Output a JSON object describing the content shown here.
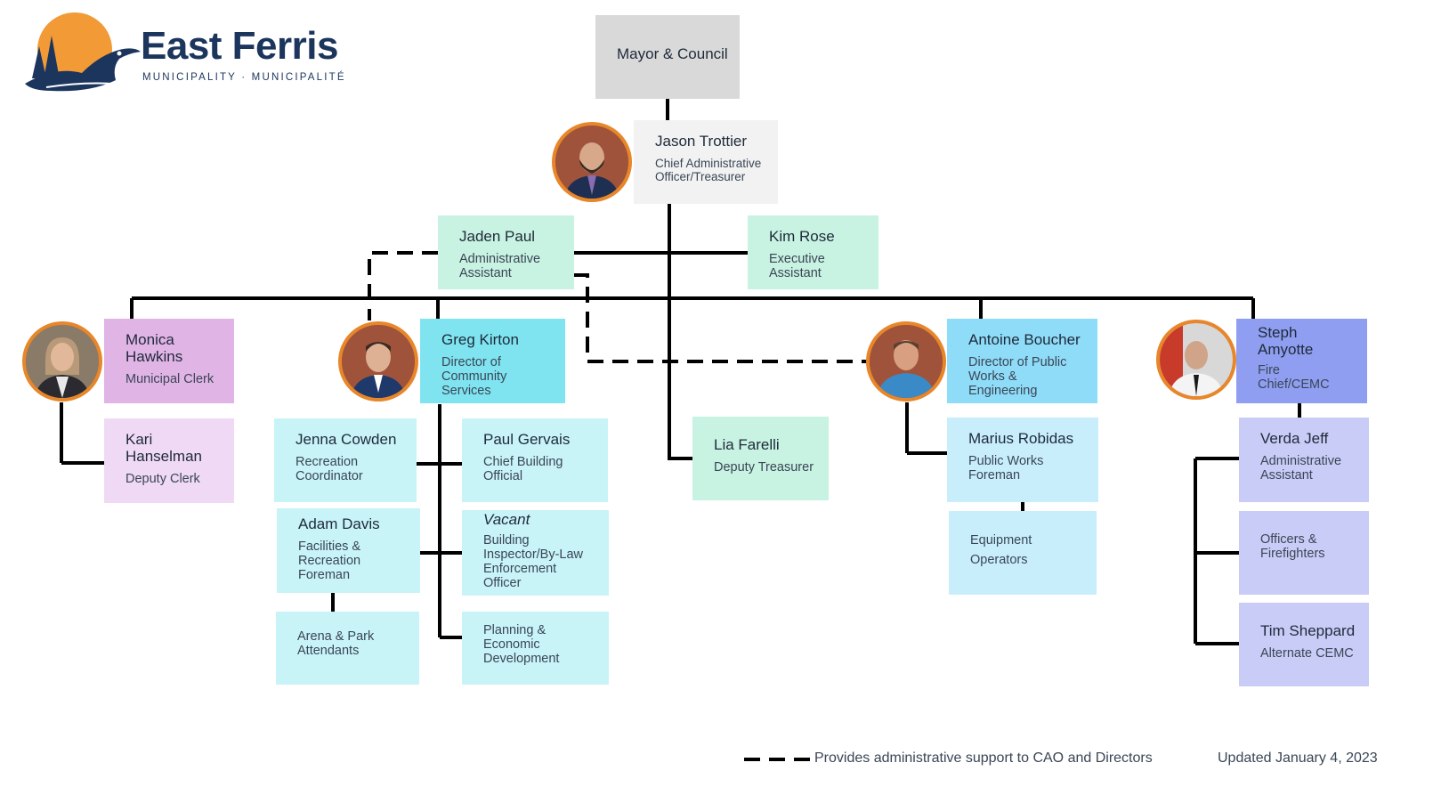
{
  "logo": {
    "name": "East Ferris",
    "subtitle": "MUNICIPALITY · MUNICIPALITÉ"
  },
  "colors": {
    "grey": "#d9d9d9",
    "light_grey": "#f2f2f2",
    "green": "#c8f2e1",
    "purple": "#e1b4e6",
    "light_purple": "#f0d9f4",
    "cyan": "#7fe4f0",
    "light_cyan": "#c8f4f8",
    "blue": "#8fdcf8",
    "light_blue": "#c8eefc",
    "violet": "#8f9ef0",
    "light_violet": "#c8ccf6",
    "photo_border": "#e8862a"
  },
  "nodes": {
    "mayor": {
      "name": "Mayor & Council"
    },
    "cao": {
      "name": "Jason Trottier",
      "title": "Chief Administrative Officer/Treasurer"
    },
    "jaden": {
      "name": "Jaden Paul",
      "title": "Administrative Assistant"
    },
    "kim": {
      "name": "Kim Rose",
      "title": "Executive Assistant"
    },
    "monica": {
      "name": "Monica Hawkins",
      "title": "Municipal Clerk"
    },
    "kari": {
      "name": "Kari Hanselman",
      "title": "Deputy Clerk"
    },
    "greg": {
      "name": "Greg Kirton",
      "title": "Director of Community Services"
    },
    "jenna": {
      "name": "Jenna Cowden",
      "title": "Recreation Coordinator"
    },
    "adam": {
      "name": "Adam Davis",
      "title": "Facilities & Recreation Foreman"
    },
    "arena": {
      "title": "Arena & Park Attendants"
    },
    "paul": {
      "name": "Paul Gervais",
      "title": "Chief Building Official"
    },
    "vacant": {
      "name": "Vacant",
      "title": "Building Inspector/By-Law Enforcement Officer"
    },
    "planning": {
      "title": "Planning & Economic Development"
    },
    "lia": {
      "name": "Lia Farelli",
      "title": "Deputy Treasurer"
    },
    "antoine": {
      "name": "Antoine Boucher",
      "title": "Director of Public Works & Engineering"
    },
    "marius": {
      "name": "Marius Robidas",
      "title": "Public Works Foreman"
    },
    "equip": {
      "title": "Equipment Operators"
    },
    "steph": {
      "name": "Steph Amyotte",
      "title": "Fire Chief/CEMC"
    },
    "verda": {
      "name": "Verda Jeff",
      "title": "Administrative Assistant"
    },
    "officers": {
      "title": "Officers & Firefighters"
    },
    "tim": {
      "name": "Tim Sheppard",
      "title": "Alternate CEMC"
    }
  },
  "legend": {
    "dashed_label": "Provides administrative support to CAO and Directors"
  },
  "updated": "Updated January 4, 2023"
}
